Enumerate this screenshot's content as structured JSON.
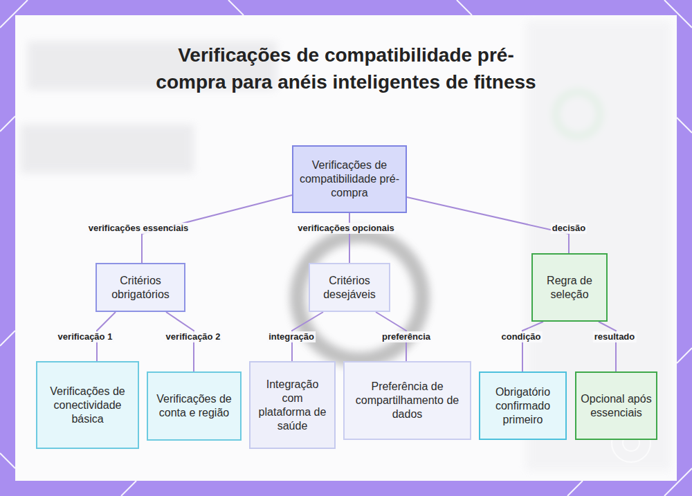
{
  "diagram": {
    "title": "Verificações de compatibilidade pré-compra para anéis inteligentes de fitness",
    "nodes": [
      {
        "text": [
          "Verificações de compatibilidade pré-compra"
        ]
      },
      {
        "text": [
          "Critérios obrigatórios"
        ]
      },
      {
        "text": [
          "Critérios desejáveis"
        ]
      },
      {
        "text": [
          "Regra de seleção"
        ]
      },
      {
        "text": [
          "Verificações de conectividade básica"
        ]
      },
      {
        "text": [
          "Verificações de conta e região"
        ]
      },
      {
        "text": [
          "Integração com plataforma de saúde"
        ]
      },
      {
        "text": [
          "Preferência de compartilhamento de dados"
        ]
      },
      {
        "text": [
          "Obrigatório confirmado primeiro"
        ]
      },
      {
        "text": [
          "Opcional após essenciais"
        ]
      }
    ],
    "edges": [
      {
        "from": 0,
        "to": 1,
        "label": "verificações essenciais",
        "arrow": "none"
      },
      {
        "from": 0,
        "to": 2,
        "label": "verificações opcionais",
        "arrow": "none"
      },
      {
        "from": 0,
        "to": 3,
        "label": "decisão",
        "arrow": "none"
      },
      {
        "from": 1,
        "to": 4,
        "label": "verificação 1",
        "arrow": "none"
      },
      {
        "from": 1,
        "to": 5,
        "label": "verificação 2",
        "arrow": "none"
      },
      {
        "from": 2,
        "to": 6,
        "label": "integração",
        "arrow": "none"
      },
      {
        "from": 2,
        "to": 7,
        "label": "preferência",
        "arrow": "none"
      },
      {
        "from": 3,
        "to": 8,
        "label": "condição",
        "arrow": "none"
      },
      {
        "from": 3,
        "to": 9,
        "label": "resultado",
        "arrow": "none"
      }
    ]
  }
}
